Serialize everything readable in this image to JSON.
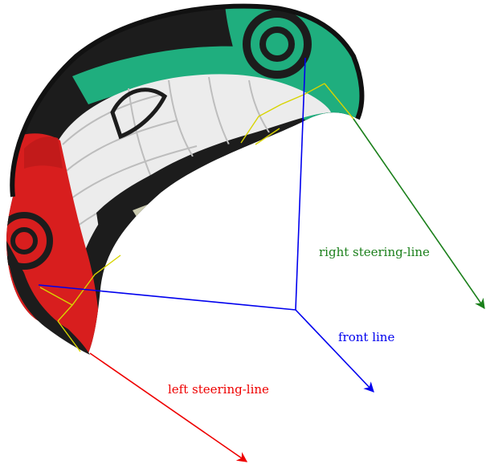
{
  "labels": {
    "right_steering_line": "right steering-line",
    "front_line": "front line",
    "left_steering_line": "left steering-line"
  },
  "colors": {
    "right_steering_line": "#1a7f1a",
    "front_line": "#0000ee",
    "left_steering_line": "#ee0000",
    "bridle": "#d8d400",
    "kite_black": "#1c1c1c",
    "kite_green": "#1fae7e",
    "kite_white": "#ececec",
    "kite_red": "#d81e1e"
  }
}
